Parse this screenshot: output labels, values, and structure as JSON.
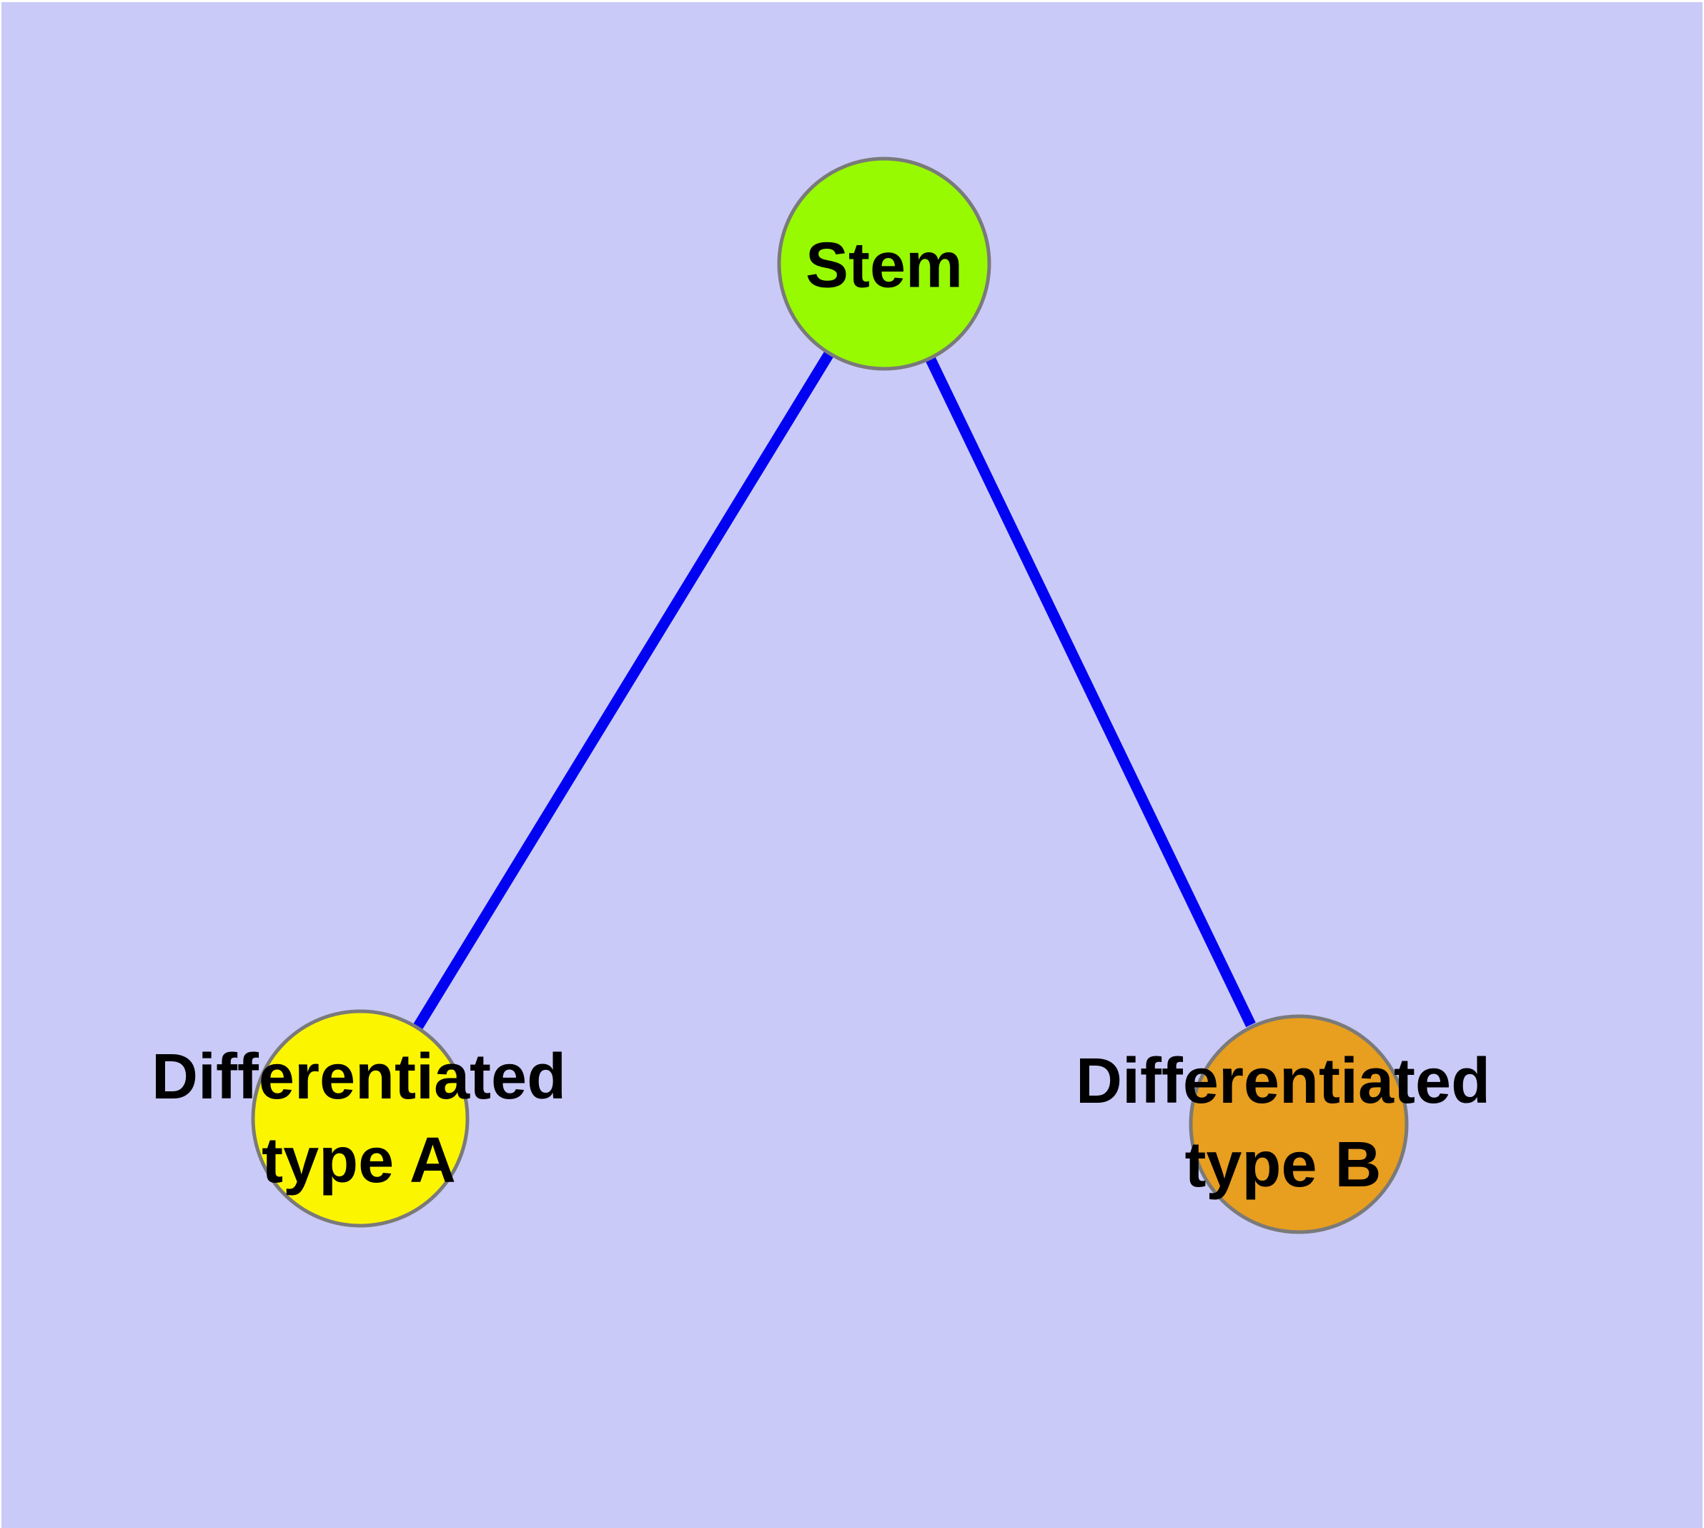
{
  "diagram": {
    "background_color": "#CACAF8",
    "top_border_color": "#FFFFFF",
    "node_border_color": "#7A7A7A",
    "text_color": "#000000",
    "nodes": [
      {
        "id": "stem",
        "label": "Stem",
        "fill": "#97FA00"
      },
      {
        "id": "differentiated-type-a",
        "label_line1": "Differentiated",
        "label_line2": "type A",
        "fill": "#FCF500"
      },
      {
        "id": "differentiated-type-b",
        "label_line1": "Differentiated",
        "label_line2": "type B",
        "fill": "#E89E1E"
      }
    ],
    "edges": [
      {
        "from": "stem",
        "to": "differentiated-type-a",
        "color": "#0202F2"
      },
      {
        "from": "stem",
        "to": "differentiated-type-b",
        "color": "#0202F2"
      }
    ]
  }
}
